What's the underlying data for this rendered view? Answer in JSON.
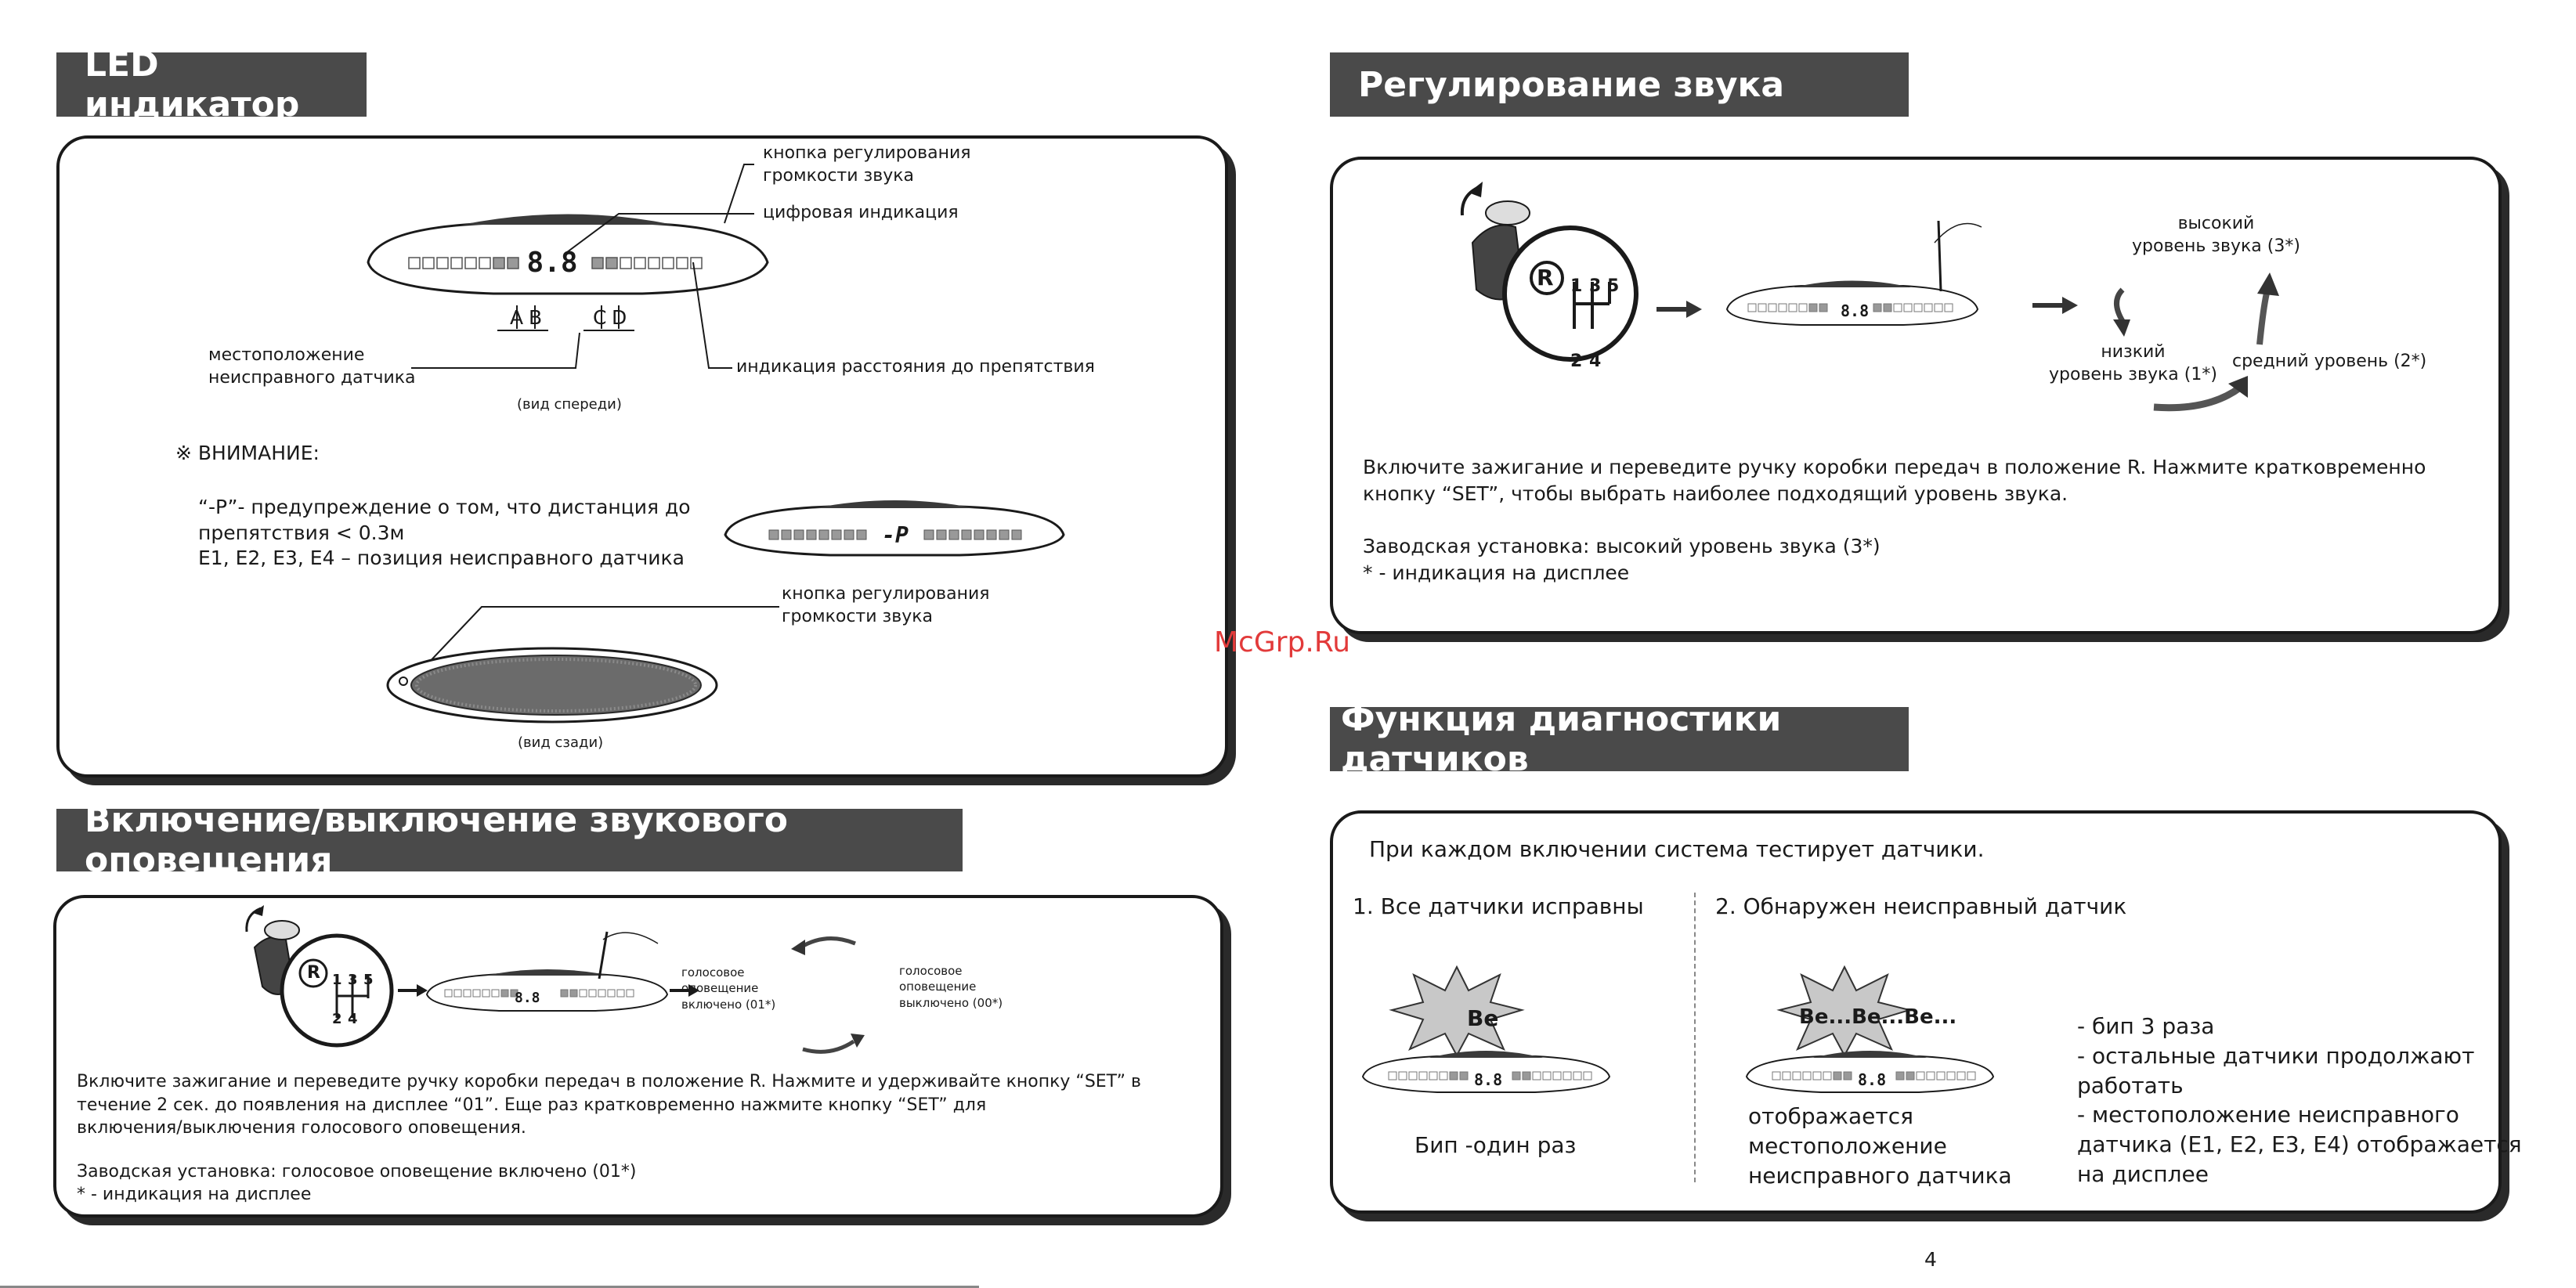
{
  "watermark": "McGrp.Ru",
  "page_number": "4",
  "led": {
    "title": "LED индикатор",
    "lbl_volume_btn": "кнопка регулирования\nгромкости звука",
    "lbl_digital": "цифровая индикация",
    "lbl_location": "местоположение\nнеисправного датчика",
    "lbl_distance": "индикация расстояния до препятствия",
    "front_view": "(вид спереди)",
    "letters": [
      "A",
      "B",
      "C",
      "D"
    ],
    "display_digits": "8.8",
    "attention": "※ ВНИМАНИЕ:",
    "warning_text": "“-P”- предупреждение о том, что дистанция до\nпрепятствия < 0.3м\nE1, E2, E3, E4 – позиция неисправного датчика",
    "display_p": "-P",
    "lbl_volume_btn2": "кнопка регулирования\nгромкости звука",
    "rear_view": "(вид сзади)"
  },
  "voice": {
    "title": "Включение/выключение звукового оповещения",
    "on_label": "голосовое\nоповещение\nвключено (01*)",
    "off_label": "голосовое\nоповещение\nвыключено (00*)",
    "instructions": "Включите зажигание и переведите ручку коробки передач в положение R. Нажмите и удерживайте кнопку “SET” в\nтечение 2 сек. до появления на дисплее “01”. Еще раз кратковременно нажмите кнопку “SET” для\nвключения/выключения голосового оповещения.",
    "factory": "Заводская установка: голосовое оповещение включено (01*)",
    "note": "* - индикация на дисплее"
  },
  "sound": {
    "title": "Регулирование звука",
    "high": "высокий\nуровень звука (3*)",
    "low": "низкий\nуровень звука (1*)",
    "mid": "средний уровень (2*)",
    "instructions": "Включите зажигание и переведите ручку коробки передач в положение R. Нажмите кратковременно\nкнопку “SET”, чтобы выбрать наиболее подходящий уровень звука.",
    "factory": "Заводская установка: высокий уровень звука (3*)",
    "note": "* - индикация на дисплее"
  },
  "gear": {
    "letter": "R",
    "top": [
      "1",
      "3",
      "5"
    ],
    "bottom": [
      "2",
      "4"
    ]
  },
  "diag": {
    "title": "Функция диагностики датчиков",
    "intro": "При каждом включении система тестирует  датчики.",
    "case1": "1. Все датчики исправны",
    "case2": "2. Обнаружен неисправный датчик",
    "beep1": "Be",
    "beep3": "Be...Be...Be...",
    "caption1": "Бип -один раз",
    "caption2": "отображается\nместоположение\nнеисправного датчика",
    "list": "- бип 3 раза\n- остальные датчики продолжают\nработать\n- местоположение неисправного\nдатчика (E1, E2, E3, E4) отображается\nна дисплее"
  }
}
